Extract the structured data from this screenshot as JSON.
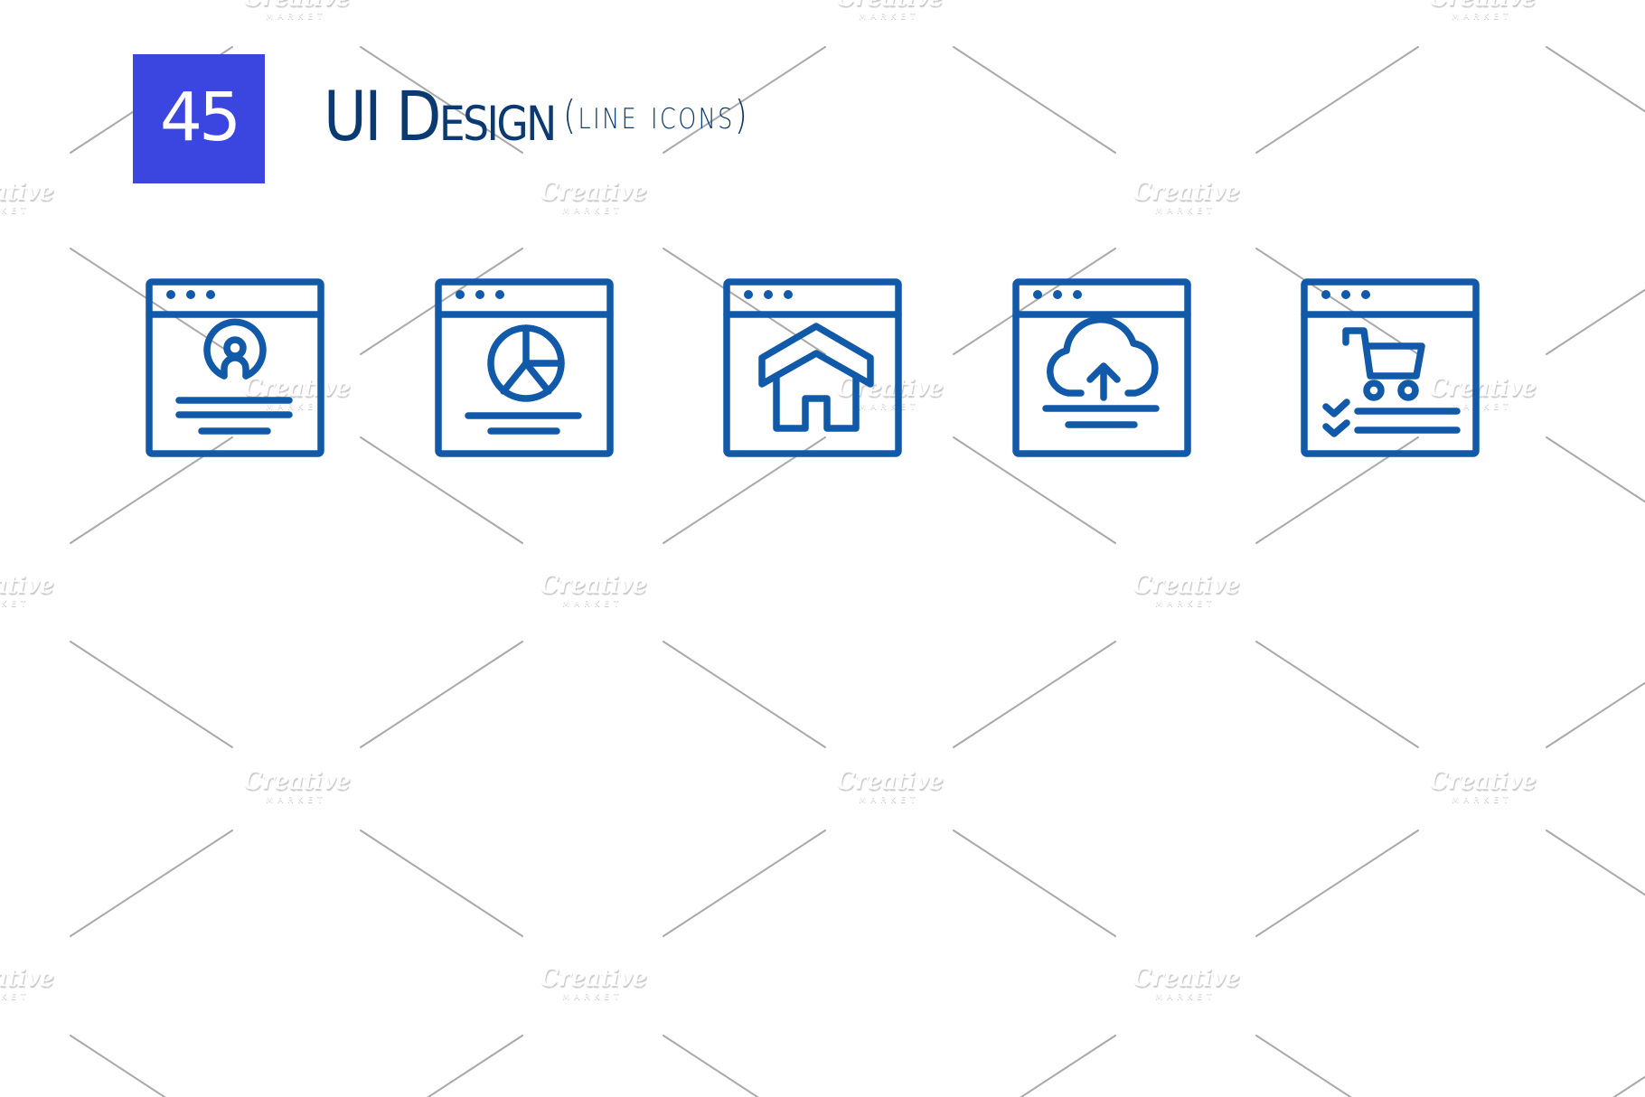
{
  "header": {
    "count_badge": "45",
    "title_main": "UI Design",
    "title_sub": "(line icons)"
  },
  "icons": [
    {
      "name": "browser-award-icon",
      "label": "browser window with award badge and text lines"
    },
    {
      "name": "browser-pie-chart-icon",
      "label": "browser window with pie chart"
    },
    {
      "name": "browser-home-icon",
      "label": "browser window with house"
    },
    {
      "name": "browser-cloud-upload-icon",
      "label": "browser window with cloud upload"
    },
    {
      "name": "browser-shopping-cart-icon",
      "label": "browser window with shopping cart and checklist"
    }
  ],
  "watermark": {
    "brand": "Creative",
    "sub": "MARKET"
  },
  "colors": {
    "badge": "#3b45e0",
    "title": "#0b3a73",
    "icon_stroke": "#1159a9",
    "background": "#ffffff",
    "pattern_line": "#a8a8a8"
  }
}
